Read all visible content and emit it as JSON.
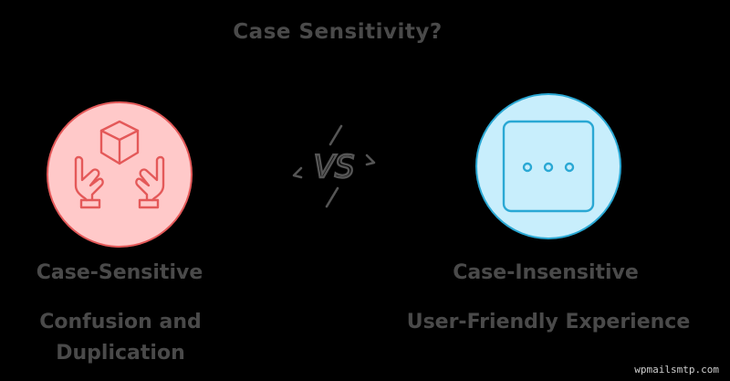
{
  "title": "Case Sensitivity?",
  "vs_label": "VS",
  "left": {
    "heading": "Case-Sensitive",
    "description_line1": "Confusion and",
    "description_line2": "Duplication",
    "icon": "hands-box-icon",
    "fill": "#ffc9c9",
    "stroke": "#e45959"
  },
  "right": {
    "heading": "Case-Insensitive",
    "description": "User-Friendly Experience",
    "icon": "ellipsis-box-icon",
    "fill": "#c8eefc",
    "stroke": "#2aa8d4"
  },
  "watermark": "wpmailsmtp.com"
}
